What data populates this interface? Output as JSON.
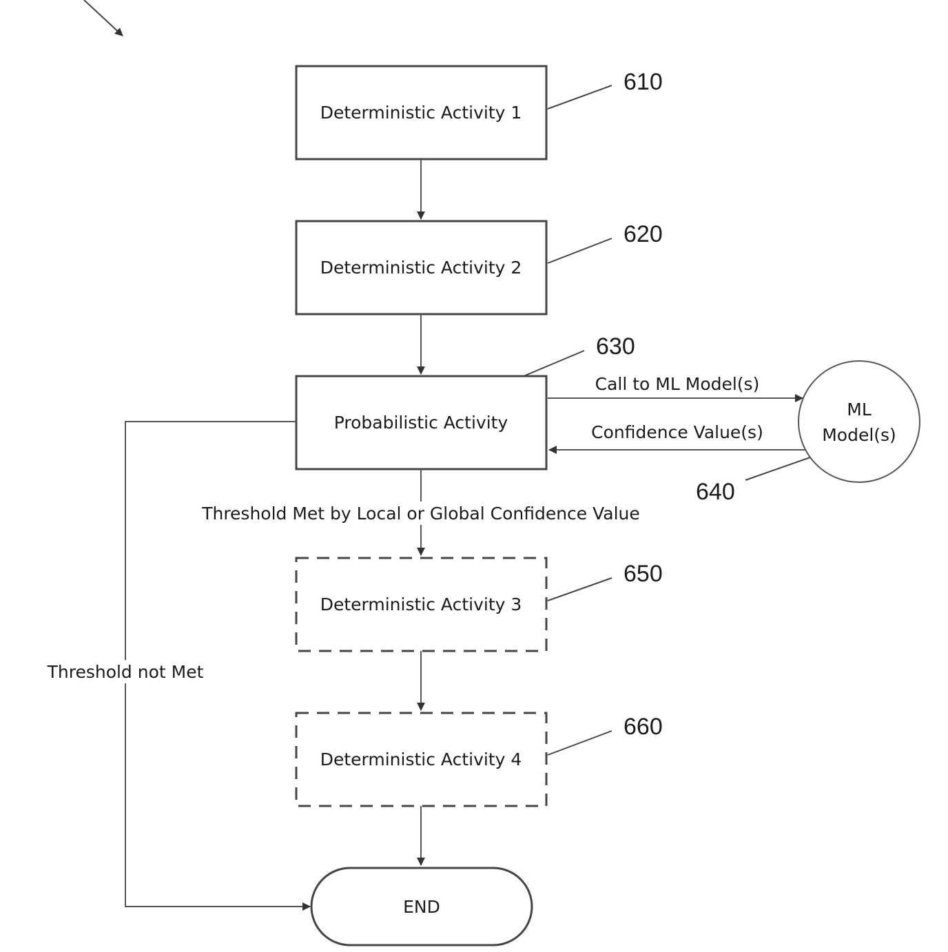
{
  "nodes": {
    "n610": {
      "label": "Deterministic Activity 1",
      "ref": "610"
    },
    "n620": {
      "label": "Deterministic Activity 2",
      "ref": "620"
    },
    "n630": {
      "label": "Probabilistic Activity",
      "ref": "630"
    },
    "n640": {
      "label_line1": "ML",
      "label_line2": "Model(s)",
      "ref": "640"
    },
    "n650": {
      "label": "Deterministic Activity 3",
      "ref": "650"
    },
    "n660": {
      "label": "Deterministic Activity 4",
      "ref": "660"
    },
    "end": {
      "label": "END"
    }
  },
  "edges": {
    "call": "Call to ML Model(s)",
    "confidence": "Confidence Value(s)",
    "threshold_met": "Threshold Met by Local or Global Confidence Value",
    "threshold_not_met": "Threshold not Met"
  }
}
